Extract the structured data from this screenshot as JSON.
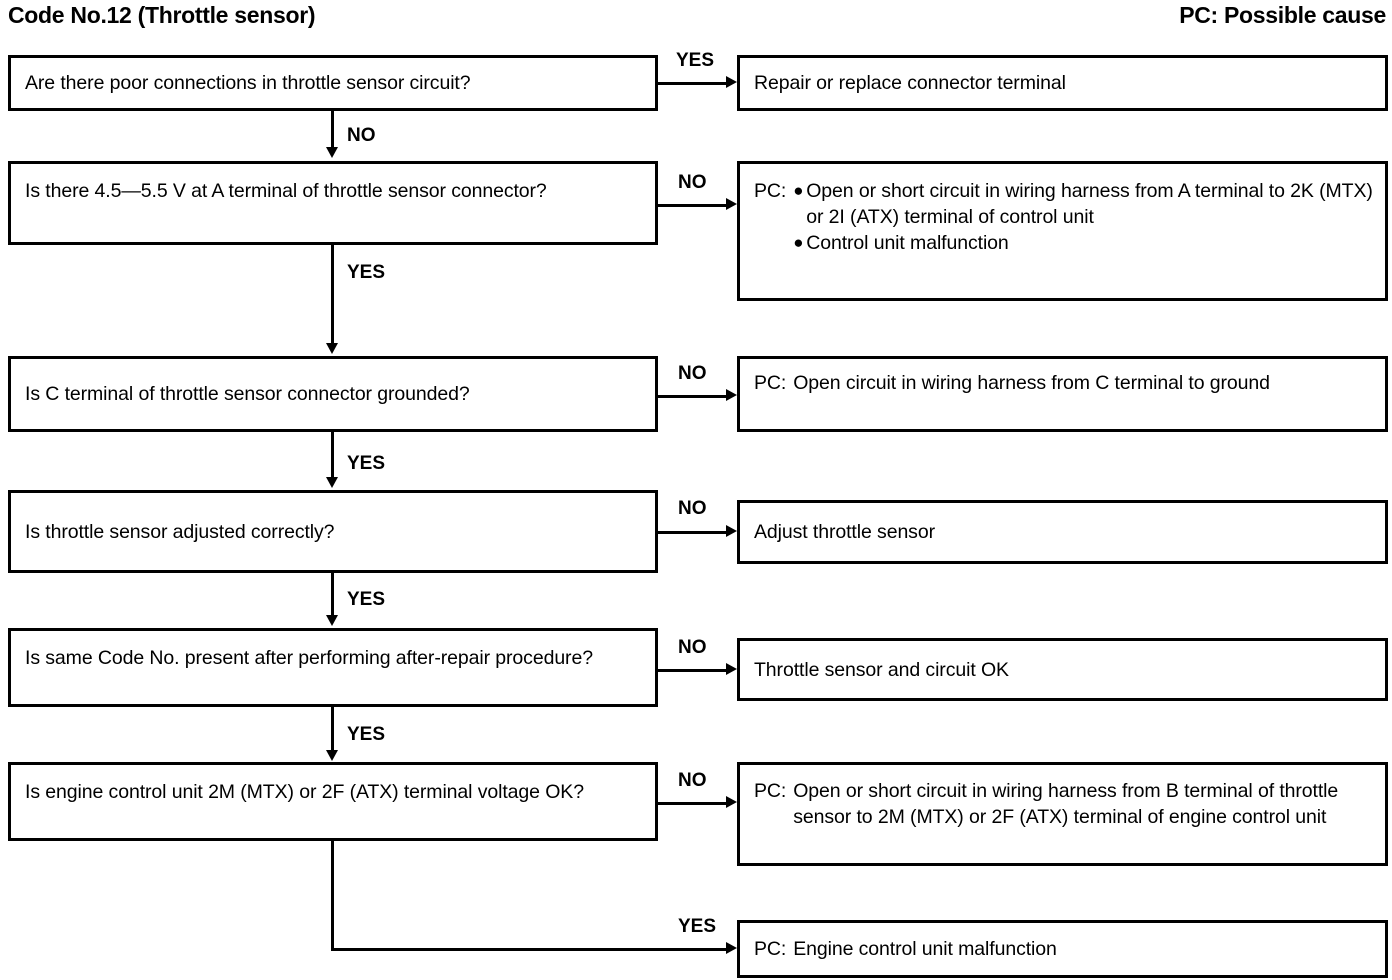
{
  "header": {
    "title": "Code No.12 (Throttle sensor)",
    "legend": "PC: Possible cause"
  },
  "labels": {
    "yes": "YES",
    "no": "NO"
  },
  "steps": [
    {
      "question": "Are there poor connections in throttle sensor circuit?",
      "branch_label": "YES",
      "result": "Repair or replace connector terminal",
      "continue_label": "NO"
    },
    {
      "question": "Is there 4.5—5.5 V at A terminal of throttle sensor connector?",
      "branch_label": "NO",
      "result_prefix": "PC:",
      "result_bullets": [
        "Open or short circuit in wiring harness from A terminal to 2K (MTX) or 2I (ATX) terminal of control unit",
        "Control unit malfunction"
      ],
      "continue_label": "YES"
    },
    {
      "question": "Is C terminal of throttle sensor connector grounded?",
      "branch_label": "NO",
      "result_prefix": "PC:",
      "result": "Open circuit in wiring harness from C terminal to ground",
      "continue_label": "YES"
    },
    {
      "question": "Is throttle sensor adjusted correctly?",
      "branch_label": "NO",
      "result": "Adjust throttle sensor",
      "continue_label": "YES"
    },
    {
      "question": "Is same Code No. present after performing after-repair procedure?",
      "branch_label": "NO",
      "result": "Throttle sensor and circuit OK",
      "continue_label": "YES"
    },
    {
      "question": "Is engine control unit 2M (MTX) or 2F (ATX) terminal voltage OK?",
      "branch_label": "NO",
      "result_prefix": "PC:",
      "result": "Open or short circuit in wiring harness from B terminal of throttle sensor to 2M (MTX) or 2F (ATX) terminal of engine control unit",
      "continue_label": "YES"
    }
  ],
  "final": {
    "branch_label": "YES",
    "result_prefix": "PC:",
    "result": "Engine control unit malfunction"
  },
  "colors": {
    "ink": "#000000",
    "paper": "#ffffff"
  },
  "bullet_glyph": "●"
}
